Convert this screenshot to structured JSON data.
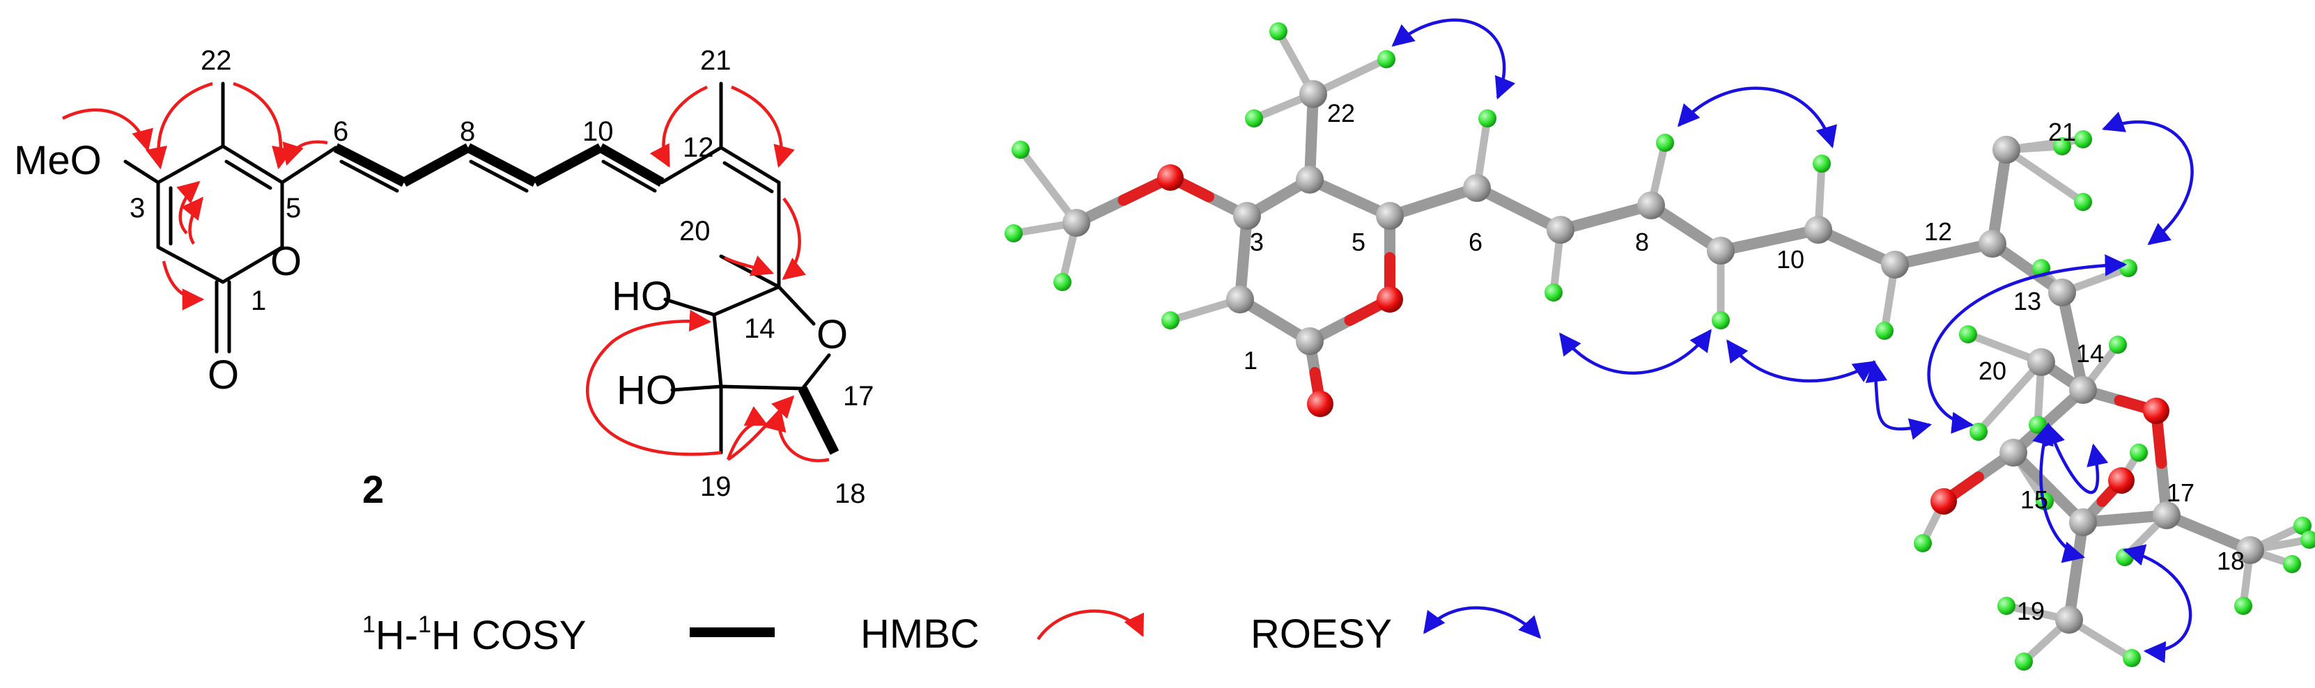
{
  "compound_label": "2",
  "substituent_labels": {
    "methoxy": "MeO",
    "hydroxyl_a": "HO",
    "hydroxyl_b": "HO",
    "ring_o": "O",
    "carbonyl_o": "O"
  },
  "left_numbers": [
    "22",
    "3",
    "5",
    "1",
    "6",
    "8",
    "10",
    "21",
    "12",
    "20",
    "14",
    "17",
    "19",
    "18"
  ],
  "right_numbers": [
    "22",
    "3",
    "5",
    "1",
    "6",
    "8",
    "10",
    "21",
    "12",
    "13",
    "20",
    "14",
    "15",
    "17",
    "18",
    "19"
  ],
  "legend": {
    "cosy_prefix": "H-",
    "cosy_sup1": "1",
    "cosy_sup2": "1",
    "cosy_suffix": "H COSY",
    "hmbc": "HMBC",
    "roesy": "ROESY"
  },
  "colors": {
    "hmbc": "#ee1c1c",
    "roesy": "#1a10e0",
    "carbon": "#9a9a9a",
    "hydrogen": "#22dd22",
    "oxygen": "#ee1111"
  }
}
